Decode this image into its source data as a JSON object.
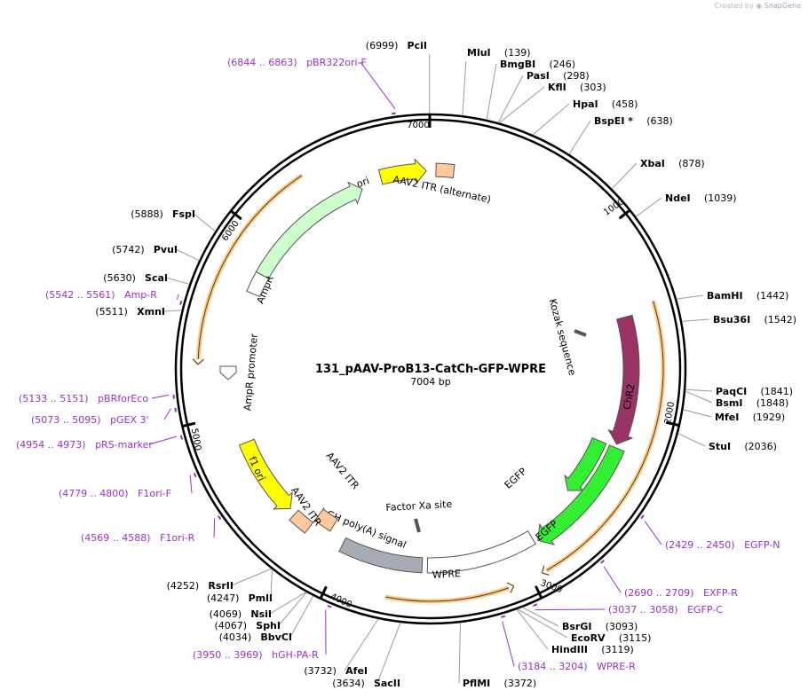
{
  "credit": {
    "text": "Created by",
    "brand": "SnapGene"
  },
  "plasmid": {
    "name": "131_pAAV-ProB13-CatCh-GFP-WPRE",
    "length_label": "7004 bp",
    "length": 7004
  },
  "ticks": [
    {
      "pos": 1000,
      "label": "1000"
    },
    {
      "pos": 2000,
      "label": "2000"
    },
    {
      "pos": 3000,
      "label": "3000"
    },
    {
      "pos": 4000,
      "label": "4000"
    },
    {
      "pos": 5000,
      "label": "5000"
    },
    {
      "pos": 6000,
      "label": "6000"
    },
    {
      "pos": 7000,
      "label": "7000"
    }
  ],
  "sites": [
    {
      "name": "PciI",
      "pos": "(6999)",
      "bp": 6999
    },
    {
      "name": "MluI",
      "pos": "(139)",
      "bp": 139
    },
    {
      "name": "BmgBI",
      "pos": "(246)",
      "bp": 246
    },
    {
      "name": "PasI",
      "pos": "(298)",
      "bp": 298
    },
    {
      "name": "KflI",
      "pos": "(303)",
      "bp": 303
    },
    {
      "name": "HpaI",
      "pos": "(458)",
      "bp": 458
    },
    {
      "name": "BspEI *",
      "pos": "(638)",
      "bp": 638
    },
    {
      "name": "XbaI",
      "pos": "(878)",
      "bp": 878
    },
    {
      "name": "NdeI",
      "pos": "(1039)",
      "bp": 1039
    },
    {
      "name": "BamHI",
      "pos": "(1442)",
      "bp": 1442
    },
    {
      "name": "Bsu36I",
      "pos": "(1542)",
      "bp": 1542
    },
    {
      "name": "PaqCI",
      "pos": "(1841)",
      "bp": 1841
    },
    {
      "name": "BsmI",
      "pos": "(1848)",
      "bp": 1848
    },
    {
      "name": "MfeI",
      "pos": "(1929)",
      "bp": 1929
    },
    {
      "name": "StuI",
      "pos": "(2036)",
      "bp": 2036
    },
    {
      "name": "BsrGI",
      "pos": "(3093)",
      "bp": 3093
    },
    {
      "name": "EcoRV",
      "pos": "(3115)",
      "bp": 3115
    },
    {
      "name": "HindIII",
      "pos": "(3119)",
      "bp": 3119
    },
    {
      "name": "PflMI",
      "pos": "(3372)",
      "bp": 3372
    },
    {
      "name": "SacII",
      "pos": "(3634)",
      "bp": 3634
    },
    {
      "name": "AfeI",
      "pos": "(3732)",
      "bp": 3732
    },
    {
      "name": "BbvCI",
      "pos": "(4034)",
      "bp": 4034
    },
    {
      "name": "SphI",
      "pos": "(4067)",
      "bp": 4067
    },
    {
      "name": "NsiI",
      "pos": "(4069)",
      "bp": 4069
    },
    {
      "name": "PmlI",
      "pos": "(4247)",
      "bp": 4247
    },
    {
      "name": "RsrII",
      "pos": "(4252)",
      "bp": 4252
    },
    {
      "name": "XmnI",
      "pos": "(5511)",
      "bp": 5511
    },
    {
      "name": "ScaI",
      "pos": "(5630)",
      "bp": 5630
    },
    {
      "name": "PvuI",
      "pos": "(5742)",
      "bp": 5742
    },
    {
      "name": "FspI",
      "pos": "(5888)",
      "bp": 5888
    }
  ],
  "primers": [
    {
      "range": "(6844 .. 6863)",
      "name": "pBR322ori-F",
      "bp": 6853
    },
    {
      "range": "(2429 .. 2450)",
      "name": "EGFP-N",
      "bp": 2440
    },
    {
      "range": "(2690 .. 2709)",
      "name": "EXFP-R",
      "bp": 2700
    },
    {
      "range": "(3037 .. 3058)",
      "name": "EGFP-C",
      "bp": 3047
    },
    {
      "range": "(3184 .. 3204)",
      "name": "WPRE-R",
      "bp": 3194
    },
    {
      "range": "(3950 .. 3969)",
      "name": "hGH-PA-R",
      "bp": 3960
    },
    {
      "range": "(4569 .. 4588)",
      "name": "F1ori-R",
      "bp": 4578
    },
    {
      "range": "(4779 .. 4800)",
      "name": "F1ori-F",
      "bp": 4790
    },
    {
      "range": "(4954 .. 4973)",
      "name": "pRS-marker",
      "bp": 4963
    },
    {
      "range": "(5073 .. 5095)",
      "name": "pGEX 3'",
      "bp": 5084
    },
    {
      "range": "(5133 .. 5151)",
      "name": "pBRforEco",
      "bp": 5142
    },
    {
      "range": "(5542 .. 5561)",
      "name": "Amp-R",
      "bp": 5551
    }
  ],
  "features": [
    {
      "name": "ori",
      "color": "#ffff00",
      "text_color": "#000000"
    },
    {
      "name": "AAV2 ITR (alternate)",
      "color": "#ffc9a0"
    },
    {
      "name": "AmpR",
      "color": "#ccffcc"
    },
    {
      "name": "AmpR promoter",
      "color": "#ffffff"
    },
    {
      "name": "Kozak sequence",
      "color": "#ffffff"
    },
    {
      "name": "ChR2",
      "color": "#993366",
      "text_color": "#ffffff"
    },
    {
      "name": "EGFP",
      "color": "#33ee33"
    },
    {
      "name": "EGFP",
      "color": "#33ee33"
    },
    {
      "name": "WPRE",
      "color": "#ffffff"
    },
    {
      "name": "hGH poly(A) signal",
      "color": "#a6acb3"
    },
    {
      "name": "AAV2 ITR",
      "color": "#ffc9a0"
    },
    {
      "name": "AAV2 ITR",
      "color": "#ffc9a0"
    },
    {
      "name": "Factor Xa site",
      "color": "#ffffff"
    },
    {
      "name": "f1 ori",
      "color": "#ffff00"
    }
  ],
  "orf_color": "#f0a030"
}
